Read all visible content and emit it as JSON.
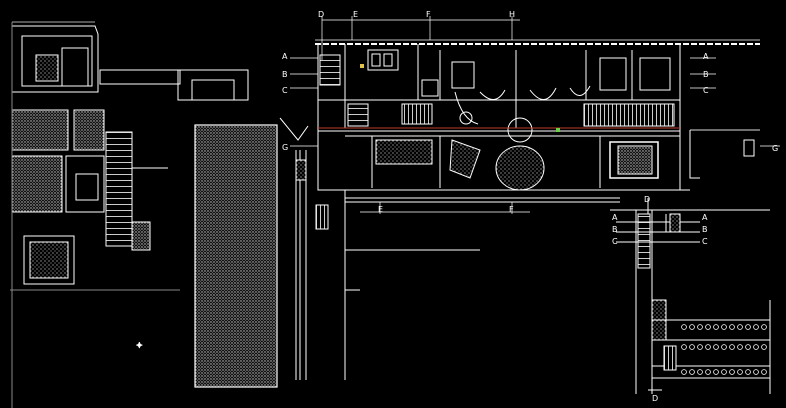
{
  "drawing": {
    "background": "#000000",
    "line_color": "#ffffff",
    "accent_red": "#c0392b",
    "accent_yellow": "#e1c14a",
    "accent_green": "#6fcf4a"
  },
  "grid_labels": {
    "top": [
      "D",
      "E",
      "F",
      "H"
    ],
    "left": [
      "A",
      "B",
      "C",
      "G"
    ],
    "right": [
      "A",
      "B",
      "C",
      "G"
    ],
    "bottom": [
      "E",
      "F"
    ],
    "detail_top": [
      "D"
    ],
    "detail_left": [
      "A",
      "B",
      "C"
    ],
    "detail_right": [
      "A",
      "B",
      "C"
    ],
    "detail_bottom": [
      "D"
    ]
  }
}
